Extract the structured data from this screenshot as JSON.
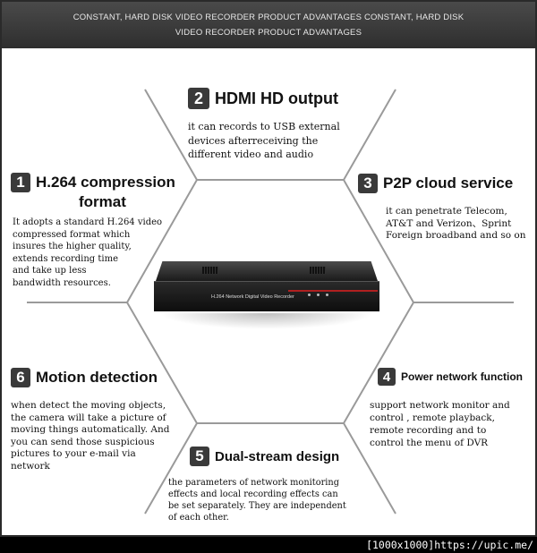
{
  "banner": {
    "line1": "CONSTANT, HARD DISK VIDEO RECORDER PRODUCT ADVANTAGES CONSTANT, HARD DISK",
    "line2": "VIDEO RECORDER PRODUCT ADVANTAGES"
  },
  "device": {
    "label": "H.264 Network Digital Video Recorder"
  },
  "features": {
    "f1": {
      "number": "1",
      "title_line1": "H.264 compression",
      "title_line2": "format",
      "description": "It adopts a standard H.264 video\ncompressed format which\ninsures the higher quality,\nextends recording time\nand take up less\nbandwidth resources."
    },
    "f2": {
      "number": "2",
      "title": "HDMI HD output",
      "description": "it can records to USB external\ndevices afterreceiving the\ndifferent video and audio"
    },
    "f3": {
      "number": "3",
      "title": "P2P cloud service",
      "description": "it can penetrate Telecom,\nAT&T and Verizon、Sprint\nForeign broadband and so on"
    },
    "f4": {
      "number": "4",
      "title": "Power network function",
      "description": "support network monitor and\ncontrol  , remote playback,\nremote recording and to\ncontrol the menu of DVR"
    },
    "f5": {
      "number": "5",
      "title": "Dual-stream design",
      "description": "the parameters of network monitoring\neffects and local recording effects can\nbe set separately. They are independent\nof each other."
    },
    "f6": {
      "number": "6",
      "title": "Motion detection",
      "description": "when detect the moving objects,\nthe camera will take a picture of\nmoving things automatically. And\nyou can send those suspicious\npictures to your e-mail via\nnetwork"
    }
  },
  "watermark": "[1000x1000]https://upic.me/",
  "colors": {
    "banner_bg": "#3a3a3a",
    "number_badge": "#3a3a3a",
    "accent_red": "#b02020"
  }
}
